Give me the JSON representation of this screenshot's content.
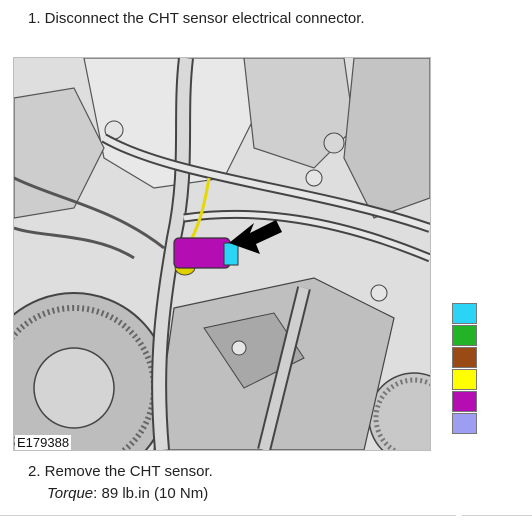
{
  "steps": {
    "step1": "1. Disconnect the CHT sensor electrical connector.",
    "step2": "2. Remove the CHT sensor.",
    "torque_label": "Torque",
    "torque_value": ": 89 lb.in (10 Nm)"
  },
  "figure": {
    "id": "E179388"
  },
  "legend": {
    "colors": [
      "#2bd3f5",
      "#22b326",
      "#9a4a14",
      "#ffff00",
      "#b40db4",
      "#9d9df2"
    ]
  }
}
